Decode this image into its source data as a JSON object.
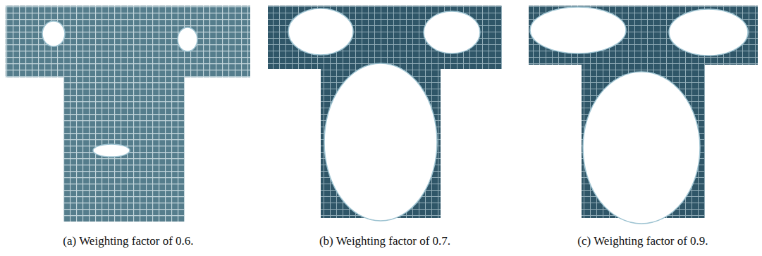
{
  "diagram": {
    "labels": [
      "(a) Weighting factor of 0.6.",
      "(b) Weighting factor of 0.7.",
      "(c) Weighting factor of 0.9."
    ]
  }
}
